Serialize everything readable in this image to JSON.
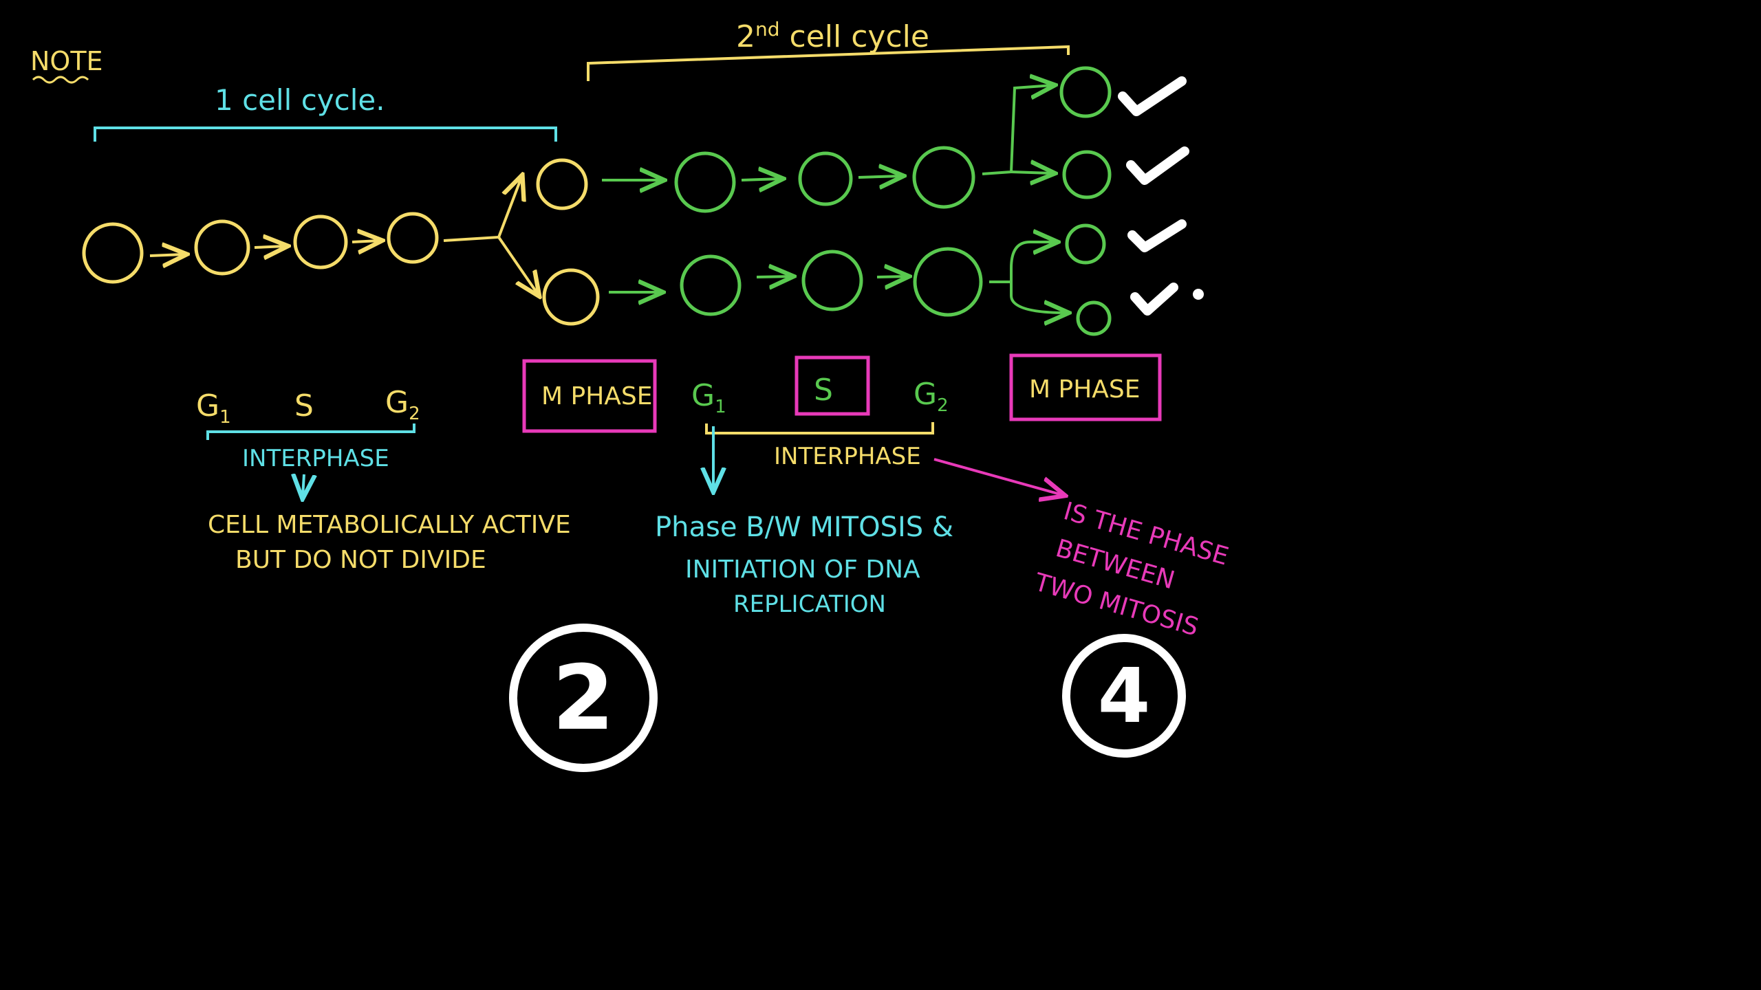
{
  "colors": {
    "background": "#000000",
    "yellow": "#f5dc6a",
    "cyan": "#5fe0e6",
    "green": "#59c94f",
    "magenta": "#e83ab9",
    "white": "#ffffff"
  },
  "note": "NOTE",
  "first_cycle": {
    "bracket_label": "1 cell cycle.",
    "phase_labels": {
      "g1": "G",
      "g1_sub": "1",
      "s": "S",
      "g2": "G",
      "g2_sub": "2"
    },
    "interphase_label": "INTERPHASE",
    "description_line1": "CELL METABOLICALLY ACTIVE",
    "description_line2": "BUT DO NOT DIVIDE"
  },
  "second_cycle": {
    "bracket_label": "2",
    "bracket_label_sup": "nd",
    "bracket_label_rest": " cell cycle",
    "phase_labels": {
      "g1": "G",
      "g1_sub": "1",
      "s": "S",
      "g2": "G",
      "g2_sub": "2"
    },
    "interphase_label": "INTERPHASE",
    "description_line1": "Phase B/W MITOSIS &",
    "description_line2": "INITIATION OF DNA",
    "description_line3": "REPLICATION"
  },
  "m_phase_label_1": "M PHASE",
  "m_phase_label_2": "M PHASE",
  "interphase_definition_line1": "IS THE PHASE",
  "interphase_definition_line2": "BETWEEN",
  "interphase_definition_line3": "TWO MITOSIS",
  "count_after_first_division": "2",
  "count_after_second_division": "4",
  "icons": [
    "check-icon",
    "check-icon",
    "check-icon",
    "check-icon"
  ]
}
